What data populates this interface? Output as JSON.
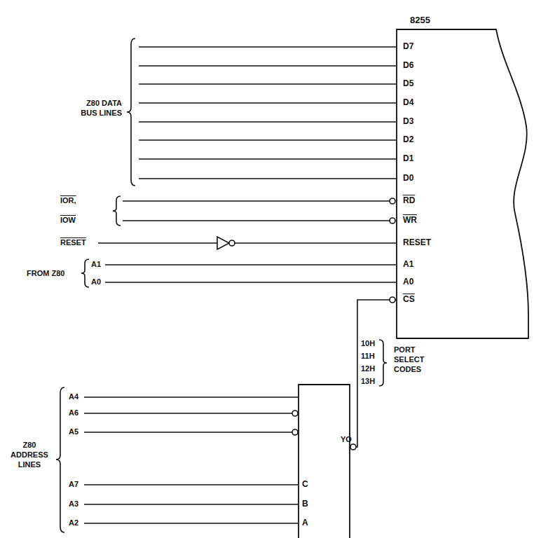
{
  "diagram": {
    "nodes": [
      {
        "text": [
          "8255",
          "D7",
          "D6",
          "D5",
          "D4",
          "D3",
          "D2",
          "D1",
          "D0",
          "RD",
          "WR",
          "RESET",
          "A1",
          "A0",
          "CS"
        ]
      },
      {
        "text": [
          "C",
          "B",
          "A"
        ]
      }
    ],
    "edges": [
      {
        "from": 1,
        "to": 0,
        "arrow": "none"
      }
    ],
    "labels": [
      "Z80 DATA BUS LINES",
      "IOR,",
      "IOW",
      "RESET",
      "FROM Z80",
      "A1",
      "A0",
      "10H",
      "11H",
      "12H",
      "13H",
      "PORT SELECT CODES",
      "A4",
      "A6",
      "A5",
      "A7",
      "A3",
      "A2",
      "Z80 ADDRESS LINES",
      "YO"
    ]
  }
}
